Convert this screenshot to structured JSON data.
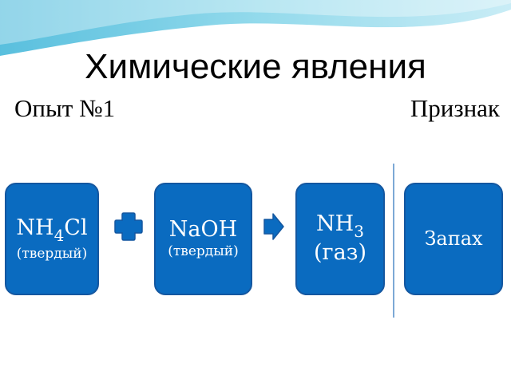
{
  "title": "Химические явления",
  "experiment_label": "Опыт №1",
  "sign_label": "Признак",
  "reactant1": {
    "base": "NH",
    "sub": "4",
    "rest": "Cl",
    "state": "(твердый)"
  },
  "reactant2": {
    "formula": "NaOH",
    "state": "(твердый)"
  },
  "product": {
    "base": "NH",
    "sub": "3",
    "state": "(газ)"
  },
  "sign_value": "Запах",
  "operators": {
    "plus": "plus-icon",
    "arrow": "arrow-right-icon"
  },
  "colors": {
    "box_fill": "#0a6bc0",
    "box_border": "#1457a0",
    "wave": "#7fd3e8",
    "divider": "#7da9d6"
  }
}
